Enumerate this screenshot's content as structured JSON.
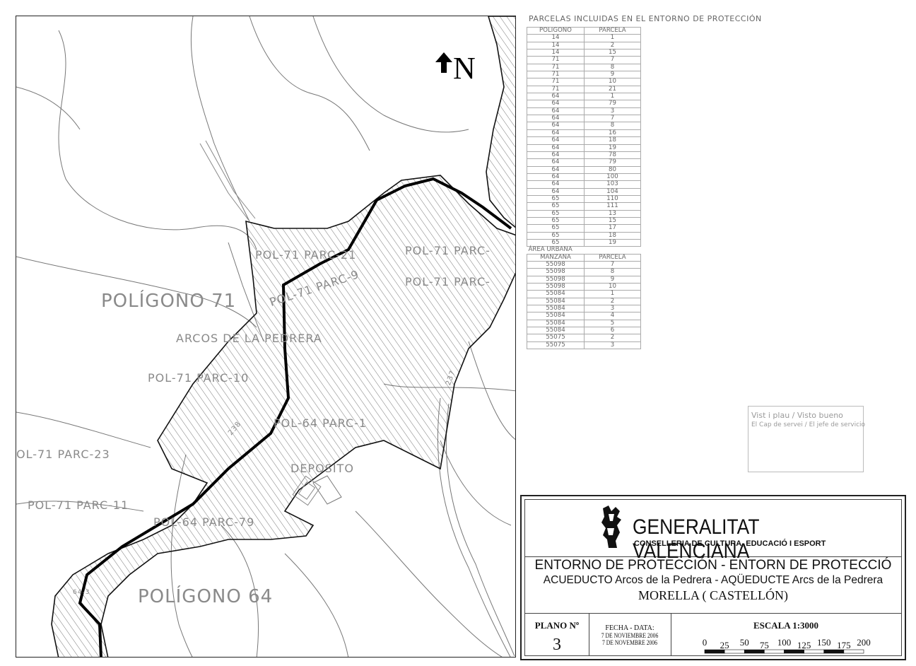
{
  "map": {
    "north_label": "N",
    "labels": {
      "poligono_71": "POLÍGONO 71",
      "poligono_64": "POLÍGONO 64",
      "arcos": "ARCOS DE LA PEDRERA",
      "deposito": "DEPOSITO",
      "pol71_21": "POL-71 PARC-21",
      "pol71_top_right": "POL-71 PARC-",
      "pol71_mid_right": "POL-71 PARC-",
      "pol71_9": "POL-71 PARC-9",
      "pol71_10": "POL-71 PARC-10",
      "pol64_1": "POL-64 PARC-1",
      "pol71_23": "OL-71 PARC-23",
      "pol71_11": "POL-71 PARC-11",
      "pol64_79": "POL-64 PARC-79",
      "small_64_3": "64-3",
      "road_237": "237",
      "road_238": "238"
    }
  },
  "parcel_table": {
    "title": "PARCELAS INCLUIDAS EN EL ENTORNO DE PROTECCIÓN",
    "headers": [
      "POLIGONO",
      "PARCELA"
    ],
    "rows": [
      [
        "14",
        "1"
      ],
      [
        "14",
        "2"
      ],
      [
        "14",
        "15"
      ],
      [
        "71",
        "7"
      ],
      [
        "71",
        "8"
      ],
      [
        "71",
        "9"
      ],
      [
        "71",
        "10"
      ],
      [
        "71",
        "21"
      ],
      [
        "64",
        "1"
      ],
      [
        "64",
        "79"
      ],
      [
        "64",
        "3"
      ],
      [
        "64",
        "7"
      ],
      [
        "64",
        "8"
      ],
      [
        "64",
        "16"
      ],
      [
        "64",
        "18"
      ],
      [
        "64",
        "19"
      ],
      [
        "64",
        "78"
      ],
      [
        "64",
        "79"
      ],
      [
        "64",
        "80"
      ],
      [
        "64",
        "100"
      ],
      [
        "64",
        "103"
      ],
      [
        "64",
        "104"
      ],
      [
        "65",
        "110"
      ],
      [
        "65",
        "111"
      ],
      [
        "65",
        "13"
      ],
      [
        "65",
        "15"
      ],
      [
        "65",
        "17"
      ],
      [
        "65",
        "18"
      ],
      [
        "65",
        "19"
      ]
    ]
  },
  "urban_table": {
    "caption": "ÁREA URBANA",
    "headers": [
      "MANZANA",
      "PARCELA"
    ],
    "rows": [
      [
        "55098",
        "7"
      ],
      [
        "55098",
        "8"
      ],
      [
        "55098",
        "9"
      ],
      [
        "55098",
        "10"
      ],
      [
        "55084",
        "1"
      ],
      [
        "55084",
        "2"
      ],
      [
        "55084",
        "3"
      ],
      [
        "55084",
        "4"
      ],
      [
        "55084",
        "5"
      ],
      [
        "55084",
        "6"
      ],
      [
        "55075",
        "2"
      ],
      [
        "55075",
        "3"
      ]
    ]
  },
  "approval": {
    "line1": "Vist i plau / Visto bueno",
    "line2": "El Cap de servei / El jefe de servicio"
  },
  "titleblock": {
    "org_name": "GENERALITAT VALENCIANA",
    "org_sub": "CONSELLERIA DE CULTURA, EDUCACIÓ I ESPORT",
    "title1": "ENTORNO DE PROTECCIÓN - ENTORN DE PROTECCIÓ",
    "title2": "ACUEDUCTO Arcos de la Pedrera - AQÜEDUCTE Arcs de la Pedrera",
    "title3": "MORELLA ( CASTELLÓN)",
    "plano_label": "PLANO Nº",
    "plano_num": "3",
    "fecha_label": "FECHA - DATA:",
    "fecha_1": "7 DE NOVIEMBRE 2006",
    "fecha_2": "7 DE NOVEMBRE 2006",
    "escala_label": "ESCALA 1:3000",
    "scale_ticks": [
      "0",
      "25",
      "50",
      "75",
      "100",
      "125",
      "150",
      "175",
      "200"
    ]
  }
}
